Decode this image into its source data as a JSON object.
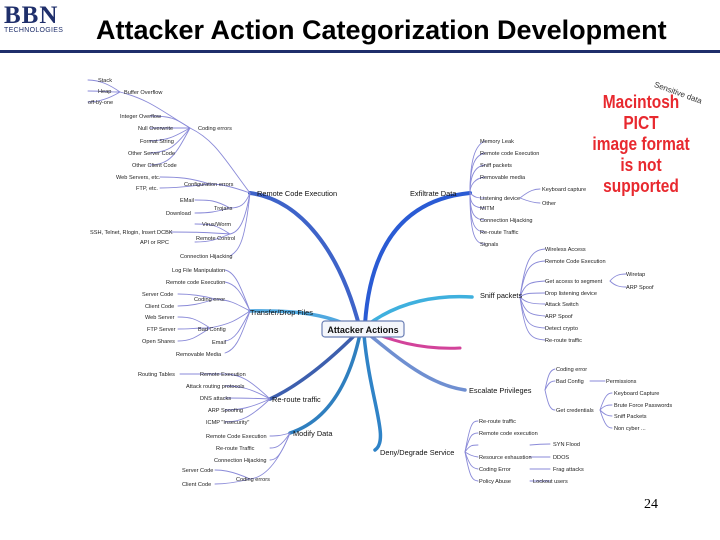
{
  "header": {
    "logo_text": "BBN",
    "logo_sub": "TECHNOLOGIES",
    "title": "Attacker Action Categorization Development"
  },
  "center": "Attacker Actions",
  "branches": {
    "rce": "Remote Code Execution",
    "transfer": "Transfer/Drop Files",
    "reroute": "Re-route traffic",
    "modify": "Modify Data",
    "exfil": "Exfiltrate Data",
    "sniff": "Sniff packets",
    "escalate": "Escalate Privileges",
    "deny": "Deny/Degrade Service"
  },
  "rce": {
    "stack": "Stack",
    "heap": "Heap",
    "offbyone": "off-by-one",
    "buffer_overflow": "Buffer Overflow",
    "integer_overflow": "Integer Overflow",
    "null_overwrite": "Null Overwrite",
    "format_string": "Format String",
    "other_server": "Other Server Code",
    "other_client": "Other Client Code",
    "coding_errors": "Coding errors",
    "web_servers": "Web Servers, etc.",
    "ftp": "FTP, etc.",
    "config_errors": "Configuration errors",
    "email": "EMail",
    "download": "Download",
    "trojans": "Trojans",
    "virus": "Virus/Worm",
    "ssh": "SSH, Telnet, Rlogin, Insert DCBK",
    "api": "API or RPC",
    "remote_control": "Remote Control",
    "conn_hijack": "Connection Hijacking"
  },
  "transfer": {
    "log_file": "Log File Manipulation",
    "remote_code": "Remote code Execution",
    "server_code": "Server Code",
    "client_code": "Client Code",
    "coding_error": "Coding error",
    "web_server": "Web Server",
    "ftp_server": "FTP Server",
    "bad_config": "Bad Config",
    "open_shares": "Open Shares",
    "email": "Email",
    "removable": "Removable Media"
  },
  "reroute": {
    "routing_tables": "Routing Tables",
    "remote_exec": "Remote Execution",
    "attack_routing": "Attack routing protocols",
    "dns": "DNS attacks",
    "arp": "ARP Spoofing",
    "icmp": "ICMP \"Insecurity\""
  },
  "modify": {
    "rce": "Remote Code Execution",
    "reroute": "Re-route Traffic",
    "hijack": "Connection Hijacking",
    "server_code": "Server Code",
    "client_code": "Client Code",
    "coding_errors": "Coding errors"
  },
  "exfil": {
    "memory_leak": "Memory Leak",
    "remote_code": "Remote code Execution",
    "sniff": "Sniff packets",
    "removable": "Removable media",
    "listening": "Listening device",
    "keyboard": "Keyboard capture",
    "other": "Other",
    "mitm": "MITM",
    "conn_hijack": "Connection Hijacking",
    "reroute": "Re-route Traffic",
    "signals": "Signals"
  },
  "sniff": {
    "wireless": "Wireless Access",
    "remote_code": "Remote Code Execution",
    "get_access": "Get access to segment",
    "wiretap": "Wiretap",
    "arp_spoof": "ARP Spoof",
    "drop_listening": "Drop listening device",
    "attack_switch": "Attack Switch",
    "arp_spoof2": "ARP Spoof",
    "detect": "Detect crypto",
    "reroute": "Re-route traffic"
  },
  "escalate": {
    "coding_error": "Coding error",
    "bad_config": "Bad Config",
    "permissions": "Permissions",
    "keyboard": "Keyboard Capture",
    "get_creds": "Get credentials",
    "brute_force": "Brute Force Passwords",
    "sniff": "Sniff Packets",
    "non_cyber": "Non cyber ..."
  },
  "deny": {
    "reroute": "Re-route traffic",
    "remote_code": "Remote code execution",
    "syn": "SYN Flood",
    "resource": "Resource exhaustion",
    "ddos": "DDOS",
    "coding_error": "Coding Error",
    "frag": "Frag attacks",
    "policy": "Policy Abuse",
    "lockout": "Lockout users"
  },
  "image_notice": [
    "Macintosh PICT",
    "image format",
    "is not supported"
  ],
  "stamp_text": "Sensitive data",
  "page_number": "24",
  "colors": {
    "header_navy": "#1f2f6b",
    "notice_red": "#e8292f"
  }
}
